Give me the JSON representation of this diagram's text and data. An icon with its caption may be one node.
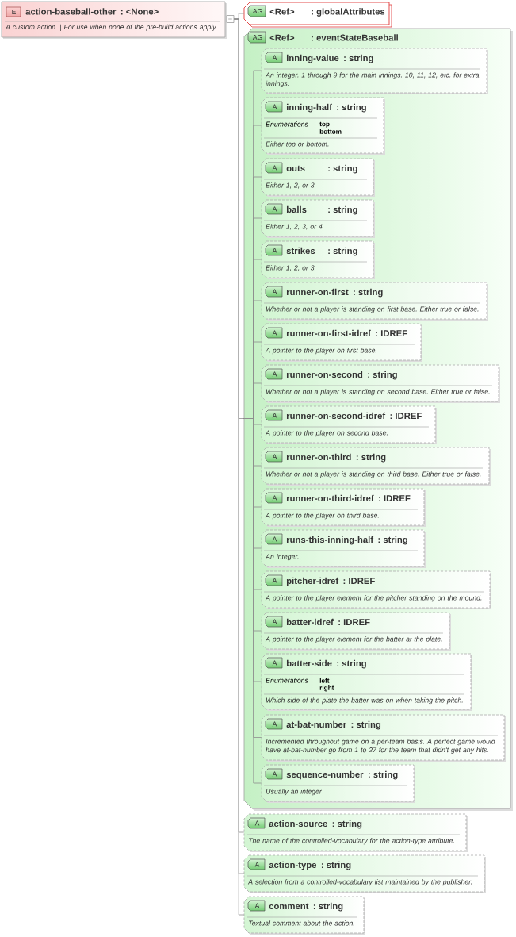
{
  "diagram": {
    "nodes": [
      {
        "text": [
          "E",
          "action-baseball-other",
          ": <None>",
          "A custom action. | For use when none of the pre-build actions apply."
        ]
      },
      {
        "text": [],
        "shape": "box"
      },
      {
        "text": [
          "AG",
          "<Ref>",
          ": globalAttributes"
        ]
      },
      {
        "text": [
          "AG",
          "<Ref>",
          ": eventStateBaseball"
        ]
      },
      {
        "text": [
          "A",
          "inning-value",
          ": string",
          "An integer. 1 through 9 for the main innings. 10, 11, 12, etc. for extra innings."
        ],
        "in": 3
      },
      {
        "text": [
          "A",
          "inning-half",
          ": string",
          "Enumerations",
          "top",
          "bottom",
          "Either top or bottom."
        ],
        "in": 3
      },
      {
        "text": [
          "A",
          "outs",
          ": string",
          "Either 1, 2, or 3."
        ],
        "in": 3
      },
      {
        "text": [
          "A",
          "balls",
          ": string",
          "Either 1, 2, 3, or 4."
        ],
        "in": 3
      },
      {
        "text": [
          "A",
          "strikes",
          ": string",
          "Either 1, 2, or 3."
        ],
        "in": 3
      },
      {
        "text": [
          "A",
          "runner-on-first",
          ": string",
          "Whether or not a player is standing on first base. Either true or false."
        ],
        "in": 3
      },
      {
        "text": [
          "A",
          "runner-on-first-idref",
          ": IDREF",
          "A pointer to the player on first base."
        ],
        "in": 3
      },
      {
        "text": [
          "A",
          "runner-on-second",
          ": string",
          "Whether or not a player is standing on second base. Either true or false."
        ],
        "in": 3
      },
      {
        "text": [
          "A",
          "runner-on-second-idref",
          ": IDREF",
          "A pointer to the player on second base."
        ],
        "in": 3
      },
      {
        "text": [
          "A",
          "runner-on-third",
          ": string",
          "Whether or not a player is standing on third base. Either true or false."
        ],
        "in": 3
      },
      {
        "text": [
          "A",
          "runner-on-third-idref",
          ": IDREF",
          "A pointer to the player on third base."
        ],
        "in": 3
      },
      {
        "text": [
          "A",
          "runs-this-inning-half",
          ": string",
          "An integer."
        ],
        "in": 3
      },
      {
        "text": [
          "A",
          "pitcher-idref",
          ": IDREF",
          "A pointer to the player element for the pitcher standing on the mound."
        ],
        "in": 3
      },
      {
        "text": [
          "A",
          "batter-idref",
          ": IDREF",
          "A pointer to the player element for the batter at the plate."
        ],
        "in": 3
      },
      {
        "text": [
          "A",
          "batter-side",
          ": string",
          "Enumerations",
          "left",
          "right",
          "Which side of the plate the batter was on when taking the pitch."
        ],
        "in": 3
      },
      {
        "text": [
          "A",
          "at-bat-number",
          ": string",
          "Incremented throughout game on a per-team basis. A perfect game would have at-bat-number go from 1 to 27 for the team that didn't get any hits."
        ],
        "in": 3
      },
      {
        "text": [
          "A",
          "sequence-number",
          ": string",
          "Usually an integer"
        ],
        "in": 3
      },
      {
        "text": [
          "A",
          "action-source",
          ": string",
          "The name of the controlled-vocabulary for the action-type attribute."
        ]
      },
      {
        "text": [
          "A",
          "action-type",
          ": string",
          "A selection from a controlled-vocabulary list maintained by the publisher."
        ]
      },
      {
        "text": [
          "A",
          "comment",
          ": string",
          "Textual comment about the action."
        ]
      }
    ],
    "edges": [
      {
        "from": 1,
        "to": 2,
        "arrow": "none"
      },
      {
        "from": 1,
        "to": 3,
        "arrow": "none"
      },
      {
        "from": 3,
        "to": 4,
        "arrow": "none"
      },
      {
        "from": 3,
        "to": 5,
        "arrow": "none"
      },
      {
        "from": 3,
        "to": 6,
        "arrow": "none"
      },
      {
        "from": 3,
        "to": 7,
        "arrow": "none"
      },
      {
        "from": 3,
        "to": 8,
        "arrow": "none"
      },
      {
        "from": 3,
        "to": 9,
        "arrow": "none"
      },
      {
        "from": 3,
        "to": 10,
        "arrow": "none"
      },
      {
        "from": 3,
        "to": 11,
        "arrow": "none"
      },
      {
        "from": 3,
        "to": 12,
        "arrow": "none"
      },
      {
        "from": 3,
        "to": 13,
        "arrow": "none"
      },
      {
        "from": 3,
        "to": 14,
        "arrow": "none"
      },
      {
        "from": 3,
        "to": 15,
        "arrow": "none"
      },
      {
        "from": 3,
        "to": 16,
        "arrow": "none"
      },
      {
        "from": 3,
        "to": 17,
        "arrow": "none"
      },
      {
        "from": 3,
        "to": 18,
        "arrow": "none"
      },
      {
        "from": 3,
        "to": 19,
        "arrow": "none"
      },
      {
        "from": 3,
        "to": 20,
        "arrow": "none"
      },
      {
        "from": 1,
        "to": 21,
        "arrow": "none"
      },
      {
        "from": 1,
        "to": 22,
        "arrow": "none"
      },
      {
        "from": 1,
        "to": 23,
        "arrow": "none"
      }
    ]
  }
}
